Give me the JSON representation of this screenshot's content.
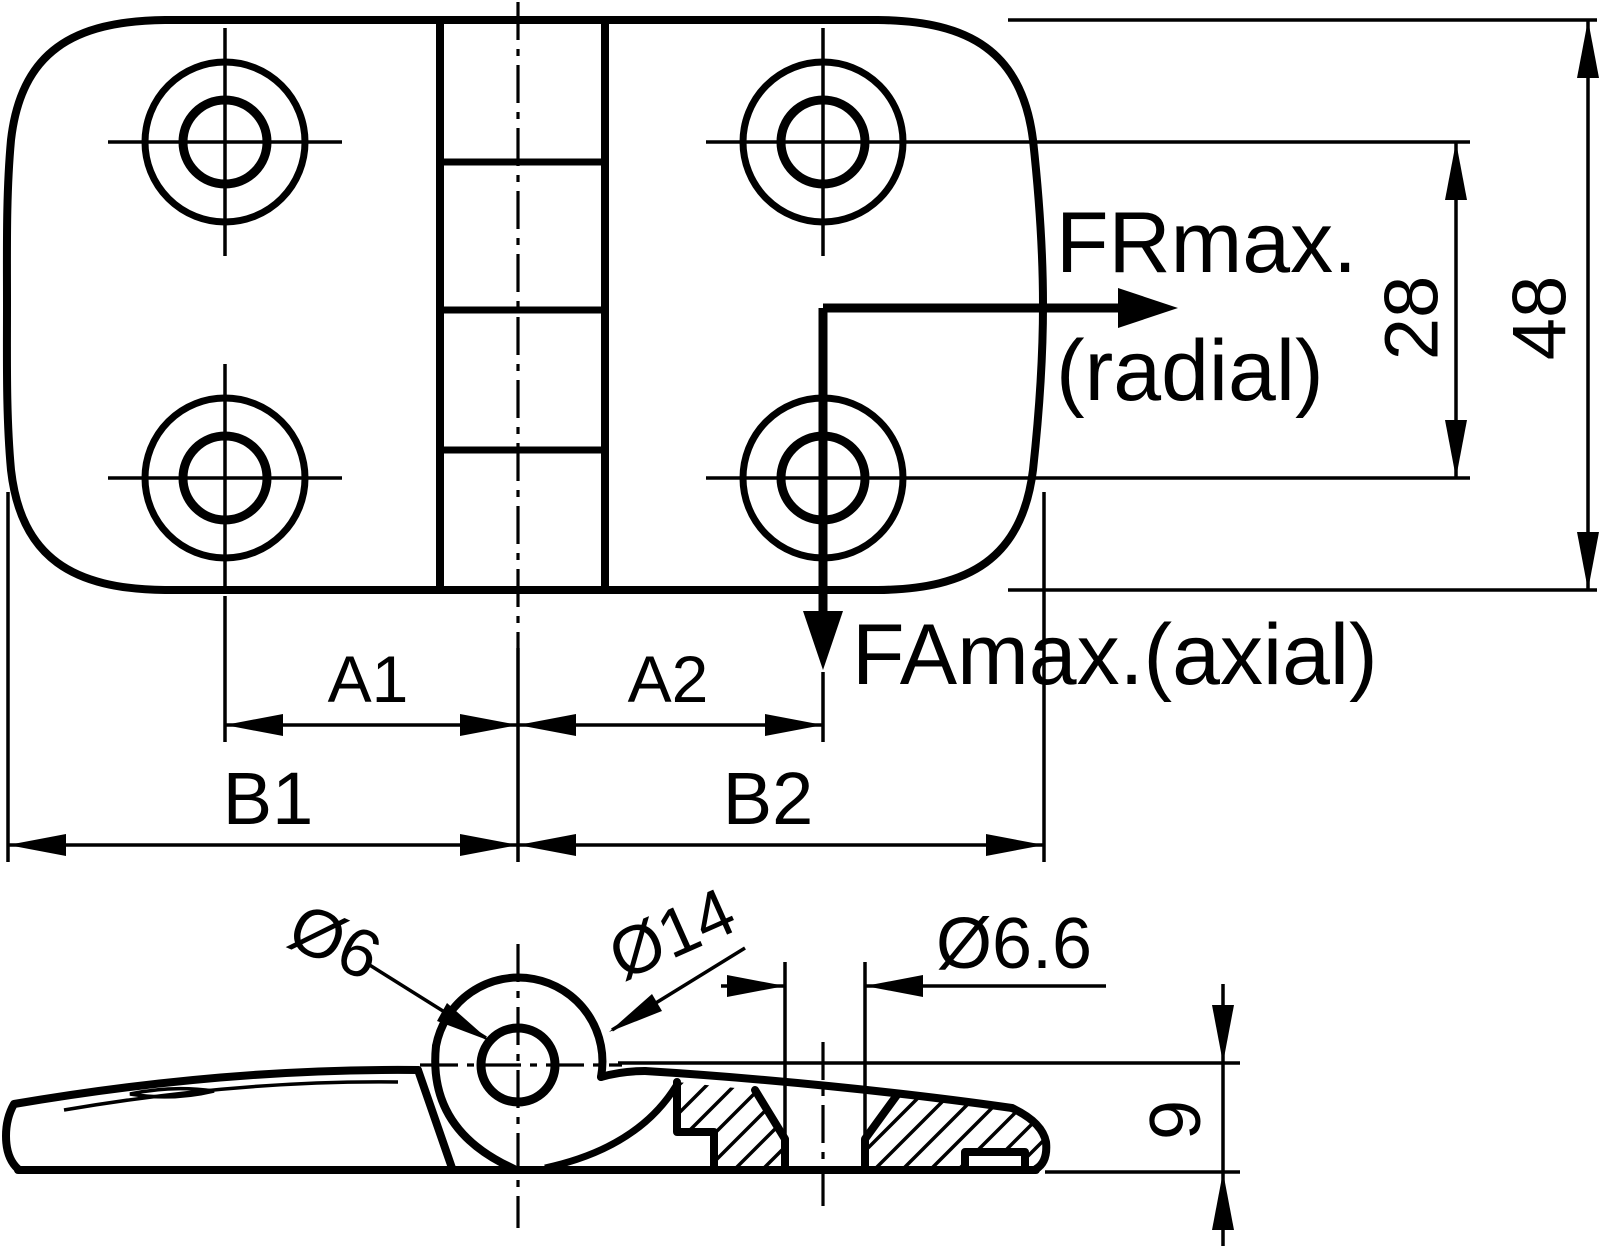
{
  "drawing": {
    "labels": {
      "fr_line1": "FRmax.",
      "fr_line2": "(radial)",
      "fa": "FAmax.(axial)",
      "height_outer": "48",
      "height_holes": "28",
      "a1": "A1",
      "a2": "A2",
      "b1": "B1",
      "b2": "B2",
      "dia_pin_hole": "Ø6",
      "dia_knuckle": "Ø14",
      "dia_mount_hole": "Ø6.6",
      "thickness": "9"
    },
    "colors": {
      "ink": "#000000",
      "paper": "#ffffff"
    }
  }
}
